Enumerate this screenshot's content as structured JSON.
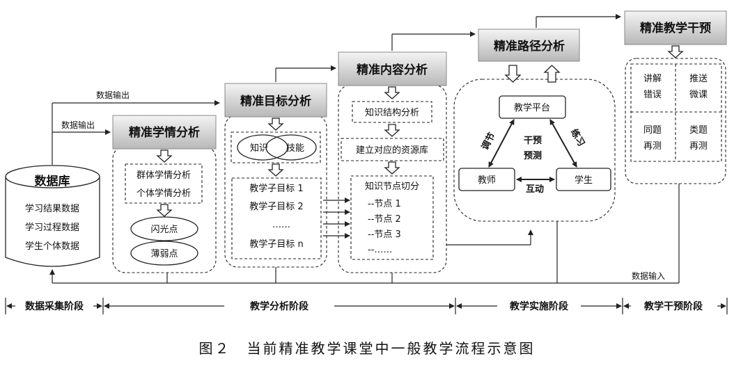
{
  "caption": "图２　当前精准教学课堂中一般教学流程示意图",
  "database": {
    "title": "数据库",
    "items": [
      "学习结果数据",
      "学习过程数据",
      "学生个体数据"
    ]
  },
  "arrows": {
    "data_output_1": "数据输出",
    "data_output_2": "数据输出",
    "data_input": "数据输入"
  },
  "learning_analysis": {
    "title": "精准学情分析",
    "items": [
      "群体学情分析",
      "个体学情分析"
    ],
    "points": [
      "闪光点",
      "薄弱点"
    ]
  },
  "goal_analysis": {
    "title": "精准目标分析",
    "circles": [
      "知识",
      "技能"
    ],
    "goals": [
      "教学子目标 1",
      "教学子目标 2",
      "……",
      "教学子目标 n"
    ]
  },
  "content_analysis": {
    "title": "精准内容分析",
    "structure": "知识结构分析",
    "resource": "建立对应的资源库",
    "nodes_title": "知识节点切分",
    "nodes": [
      "--节点 1",
      "--节点 2",
      "--节点 3",
      "--……"
    ]
  },
  "path_analysis": {
    "title": "精准路径分析",
    "platform": "教学平台",
    "teacher": "教师",
    "student": "学生",
    "adjust": "调节",
    "practice": "练习",
    "intervene_1": "干预",
    "intervene_2": "预测",
    "interact": "互动"
  },
  "intervention": {
    "title": "精准教学干预",
    "cells": [
      [
        "讲解",
        "错误"
      ],
      [
        "推送",
        "微课"
      ],
      [
        "同题",
        "再测"
      ],
      [
        "类题",
        "再测"
      ]
    ]
  },
  "stages": [
    "数据采集阶段",
    "教学分析阶段",
    "教学实施阶段",
    "教学干预阶段"
  ]
}
